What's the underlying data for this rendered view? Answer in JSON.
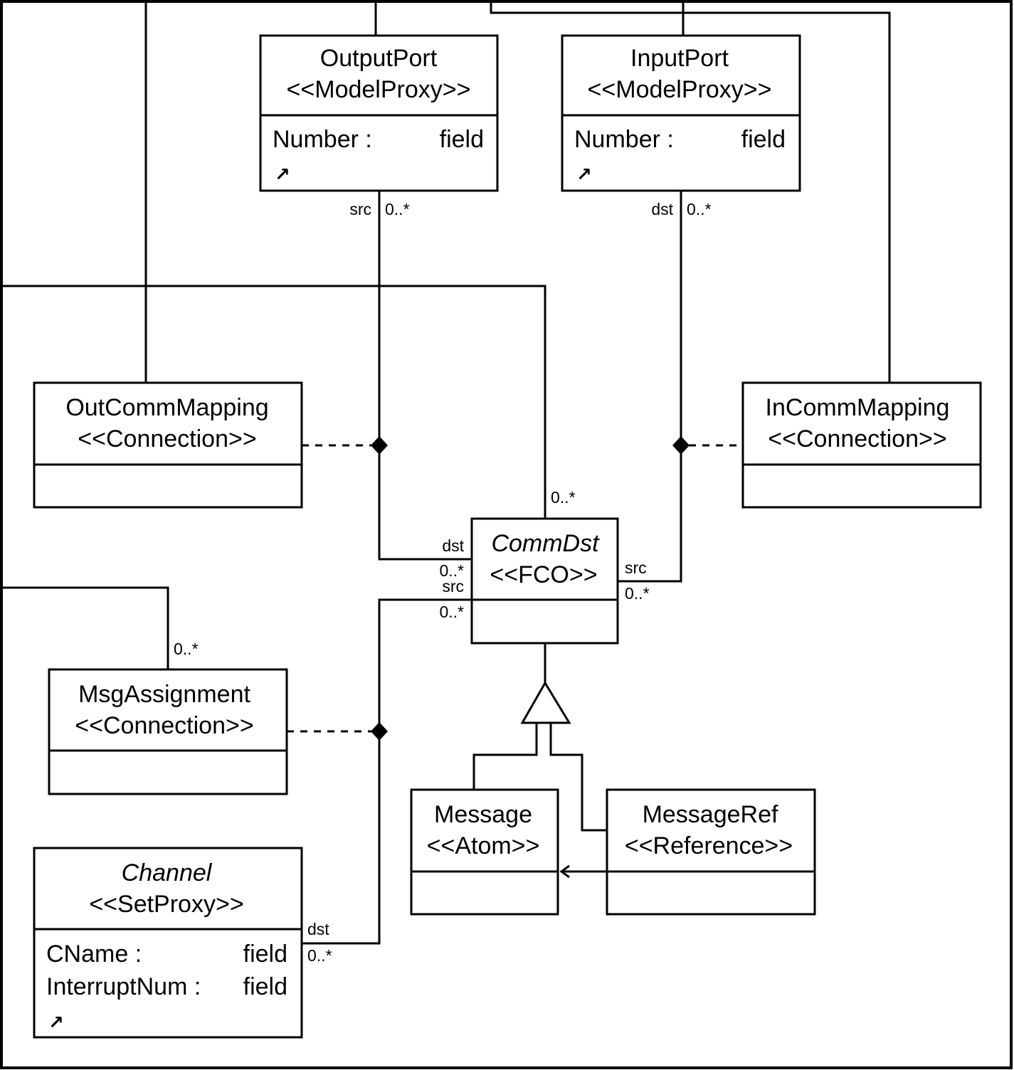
{
  "classes": {
    "output_port": {
      "name": "OutputPort",
      "stereotype": "<<ModelProxy>>",
      "attributes": [
        {
          "name": "Number :",
          "type": "field"
        }
      ]
    },
    "input_port": {
      "name": "InputPort",
      "stereotype": "<<ModelProxy>>",
      "attributes": [
        {
          "name": "Number :",
          "type": "field"
        }
      ]
    },
    "out_comm_mapping": {
      "name": "OutCommMapping",
      "stereotype": "<<Connection>>"
    },
    "in_comm_mapping": {
      "name": "InCommMapping",
      "stereotype": "<<Connection>>"
    },
    "comm_dst": {
      "name": "CommDst",
      "stereotype": "<<FCO>>"
    },
    "msg_assignment": {
      "name": "MsgAssignment",
      "stereotype": "<<Connection>>"
    },
    "channel": {
      "name": "Channel",
      "stereotype": "<<SetProxy>>",
      "attributes": [
        {
          "name": "CName :",
          "type": "field"
        },
        {
          "name": "InterruptNum :",
          "type": "field"
        }
      ]
    },
    "message": {
      "name": "Message",
      "stereotype": "<<Atom>>"
    },
    "message_ref": {
      "name": "MessageRef",
      "stereotype": "<<Reference>>"
    }
  },
  "labels": {
    "output_src_role": "src",
    "output_src_mult": "0..*",
    "input_dst_role": "dst",
    "input_dst_mult": "0..*",
    "commdst_top_mult": "0..*",
    "commdst_left_dst_role": "dst",
    "commdst_left_dst_mult": "0..*",
    "commdst_left_src_role": "src",
    "commdst_left_src_mult": "0..*",
    "commdst_right_src_role": "src",
    "commdst_right_src_mult": "0..*",
    "msgassign_top_mult": "0..*",
    "channel_dst_role": "dst",
    "channel_dst_mult": "0..*"
  },
  "icons": {
    "link_arrow": "↗"
  }
}
